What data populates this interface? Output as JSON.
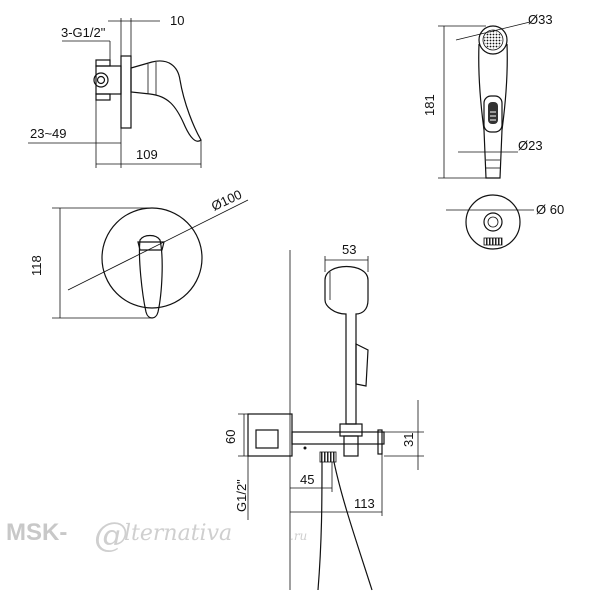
{
  "dimensions": {
    "thread_top": "3-G1/2\"",
    "plate_thickness": "10",
    "wall_depth": "23~49",
    "valve_length": "109",
    "rosette_height": "118",
    "rosette_diameter": "Ø100",
    "shower_length": "181",
    "head_diameter": "Ø33",
    "grip_diameter": "Ø23",
    "holder_diameter": "Ø 60",
    "holder_width": "53",
    "outlet_height": "60",
    "bracket_height": "31",
    "outlet_thread": "G1/2\"",
    "offset_45": "45",
    "offset_113": "113"
  },
  "watermark": {
    "prefix": "MSK-",
    "at": "@",
    "script": "lternativa",
    "suffix": ".ru"
  }
}
